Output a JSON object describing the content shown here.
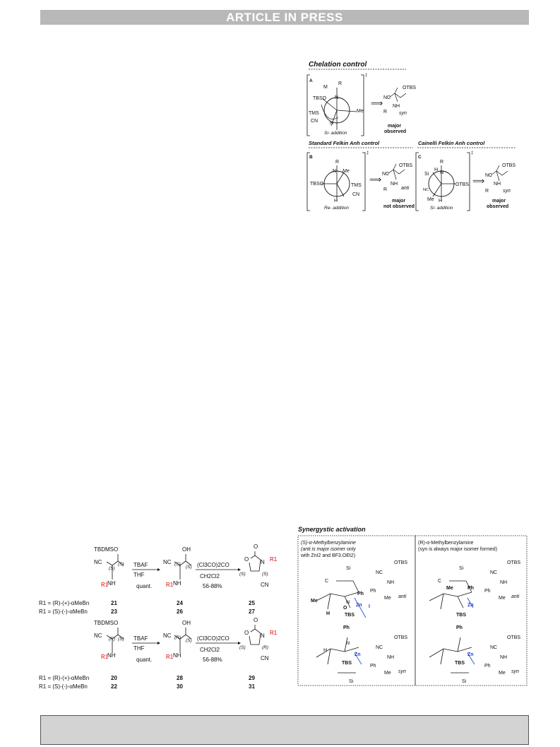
{
  "banner": "ARTICLE IN PRESS",
  "scheme_top": {
    "chelation_title": "Chelation control",
    "felkin_title": "Standard Felkin Anh control",
    "cainelli_title": "Cainelli Felkin Anh control",
    "dagger": "‡",
    "panel_a": {
      "label": "A",
      "atoms": [
        "M",
        "N",
        "TBSO",
        "R",
        "TMS",
        "CN",
        "H",
        "Me"
      ],
      "addition": "Si- addition",
      "product": [
        "OTBS",
        "NC",
        "NH",
        "R",
        "syn"
      ],
      "outcome": [
        "major",
        "observed"
      ]
    },
    "panel_b": {
      "label": "B",
      "atoms": [
        "R",
        "N",
        "Me",
        "TBSO",
        "TMS",
        "CN",
        "H"
      ],
      "addition": "Re- addition",
      "product": [
        "OTBS",
        "NC",
        "NH",
        "R",
        "anti"
      ],
      "outcome": [
        "major",
        "not observed"
      ]
    },
    "panel_c": {
      "label": "C",
      "atoms": [
        "R",
        "H",
        "Si",
        "N",
        "NC",
        "Me",
        "H",
        "OTBS"
      ],
      "addition": "Si- addition",
      "product": [
        "OTBS",
        "NC",
        "NH",
        "R",
        "syn"
      ],
      "outcome": [
        "major",
        "observed"
      ]
    }
  },
  "scheme_left": {
    "reagent1": [
      "TBAF",
      "THF",
      "quant."
    ],
    "reagent2": [
      "(Cl3CO)2CO",
      "CH2Cl2",
      "56-88%"
    ],
    "row1": {
      "sm": [
        "TBDMSO",
        "NC",
        "(S)",
        "(S)",
        "R1",
        "NH"
      ],
      "int": [
        "OH",
        "NC",
        "(S)",
        "(S)",
        "R1",
        "NH"
      ],
      "prod": [
        "O",
        "O",
        "N",
        "R1",
        "(S)",
        "(S)",
        "CN"
      ]
    },
    "row2": {
      "sm": [
        "TBDMSO",
        "NC",
        "(R)",
        "(S)",
        "R1",
        "NH"
      ],
      "int": [
        "OH",
        "NC",
        "(R)",
        "(S)",
        "R1",
        "NH"
      ],
      "prod": [
        "O",
        "O",
        "N",
        "R1",
        "(S)",
        "(R)",
        "CN"
      ]
    },
    "table1": [
      {
        "r": "R1 = (R)-(+)-αMeBn",
        "a": "21",
        "b": "24",
        "c": "25"
      },
      {
        "r": "R1 = (S)-(-)-αMeBn",
        "a": "23",
        "b": "26",
        "c": "27"
      }
    ],
    "table2": [
      {
        "r": "R1 = (R)-(+)-αMeBn",
        "a": "20",
        "b": "28",
        "c": "29"
      },
      {
        "r": "R1 = (S)-(-)-αMeBn",
        "a": "22",
        "b": "30",
        "c": "31"
      }
    ]
  },
  "scheme_right": {
    "title": "Synergystic activation",
    "left_head": [
      "(S)-α-Methylbenzylamine",
      "(anti is major isomer only",
      "with ZnI2 and BF3.OEt2)"
    ],
    "right_head": [
      "(R)-α-Methylbenzylamine",
      "(syn is always major isomer formed)"
    ],
    "atoms": [
      "Si",
      "N",
      "C",
      "H",
      "Me",
      "Ph",
      "Zn",
      "I",
      "O",
      "TBS",
      "N",
      "H"
    ],
    "prod_anti": [
      "OTBS",
      "NC",
      "NH",
      "Ph",
      "Me",
      "anti"
    ],
    "prod_syn": [
      "OTBS",
      "NC",
      "NH",
      "Ph",
      "Me",
      "syn"
    ]
  }
}
